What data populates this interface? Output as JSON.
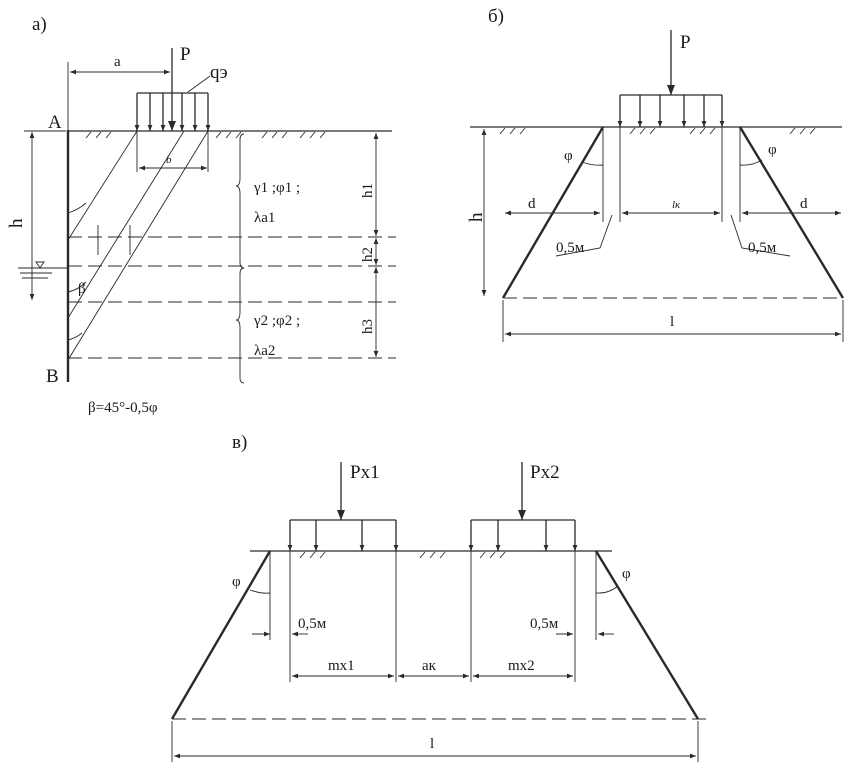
{
  "panel_a": {
    "caption": "а)",
    "point_a": "A",
    "point_b": "B",
    "force": "P",
    "load": "qэ",
    "dim_a": "a",
    "dim_b": "b",
    "dim_h": "h",
    "dim_h1": "h1",
    "dim_h2": "h2",
    "dim_h3": "h3",
    "angle_beta": "β",
    "layer1_line1": "γ1 ;φ1 ;",
    "layer1_line2": "λa1",
    "layer2_line1": "γ2 ;φ2 ;",
    "layer2_line2": "λa2",
    "formula": "β=45°-0,5φ"
  },
  "panel_b": {
    "caption": "б)",
    "force": "P",
    "angle_left": "φ",
    "angle_right": "φ",
    "dim_h": "h",
    "dim_d_left": "d",
    "dim_d_right": "d",
    "dim_lk": "lк",
    "offset_left": "0,5м",
    "offset_right": "0,5м",
    "dim_l": "l"
  },
  "panel_v": {
    "caption": "в)",
    "force_1": "Px1",
    "force_2": "Px2",
    "angle_left": "φ",
    "angle_right": "φ",
    "offset_left": "0,5м",
    "offset_right": "0,5м",
    "dim_mx1": "mx1",
    "dim_ak": "aк",
    "dim_mx2": "mx2",
    "dim_l": "l"
  }
}
